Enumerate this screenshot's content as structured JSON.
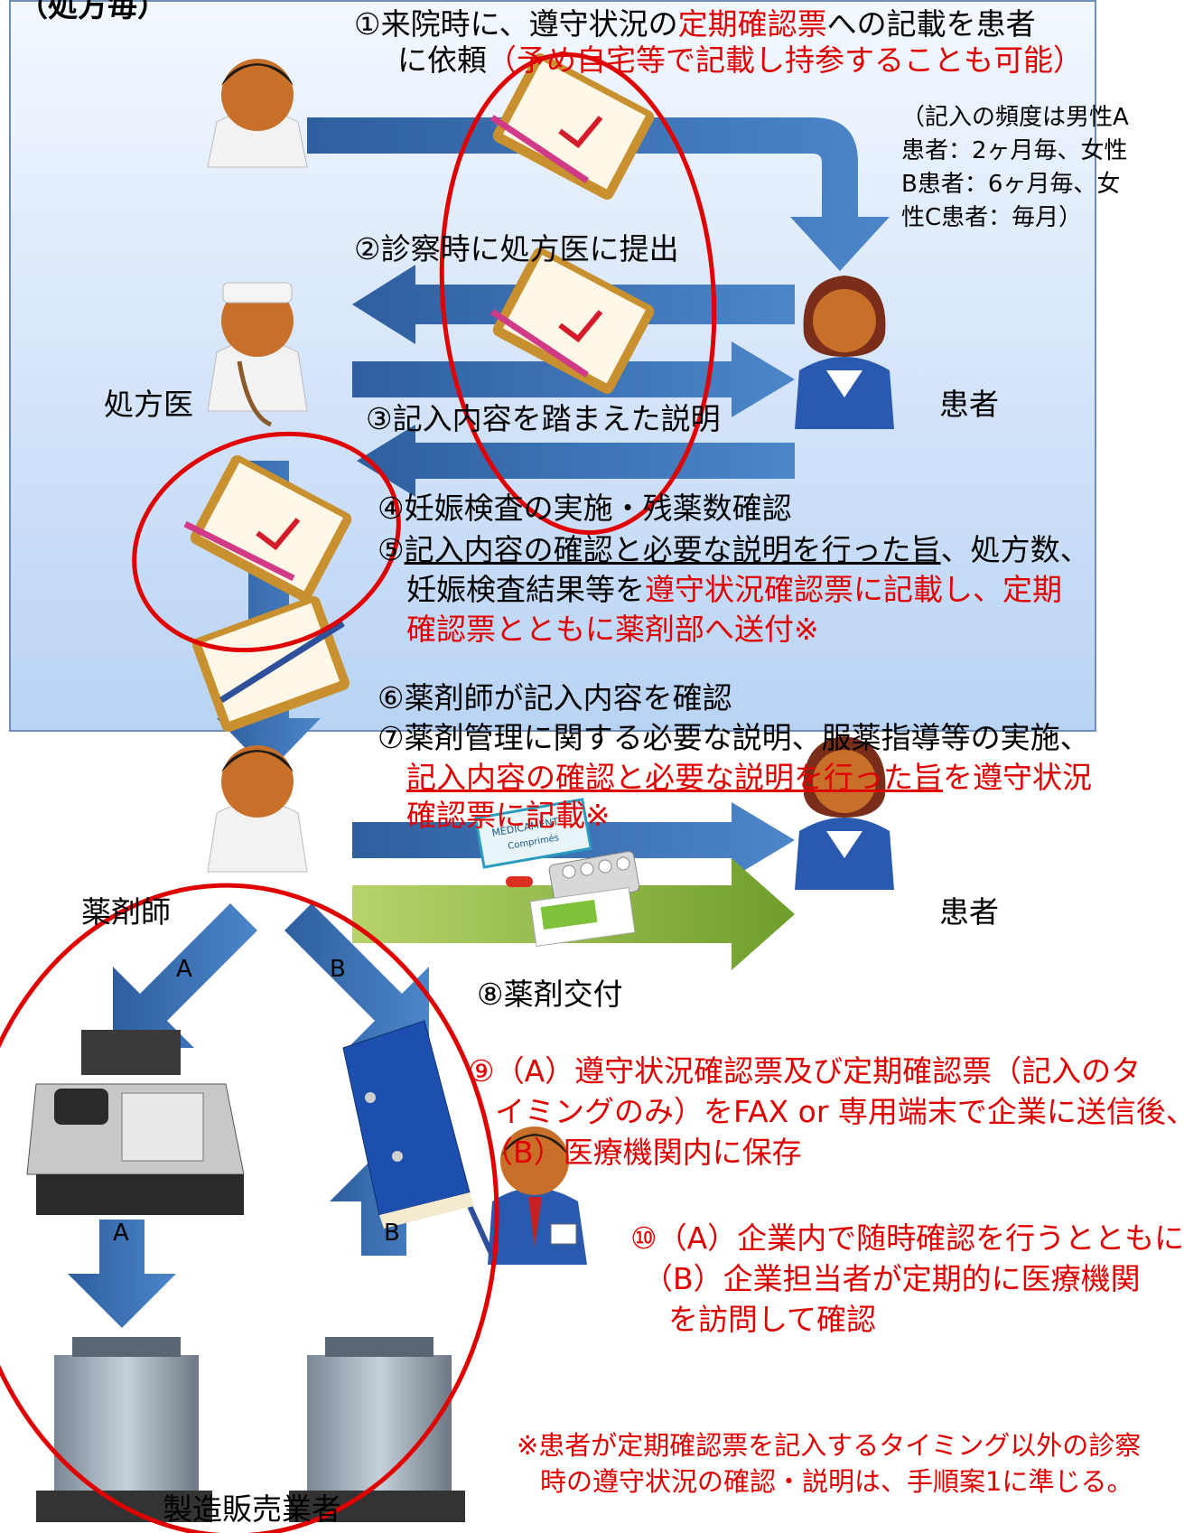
{
  "header_top": "（処方毎）",
  "steps": {
    "s1_a": "①来院時に、遵守状況の",
    "s1_b": "定期確認票",
    "s1_c": "への記載を患者",
    "s1_d": "に依頼",
    "s1_e": "（予め自宅等で記載し持参することも可能）",
    "freq_1": "（記入の頻度は男性A",
    "freq_2": "患者：2ヶ月毎、女性",
    "freq_3": "B患者：6ヶ月毎、女",
    "freq_4": "性C患者：毎月）",
    "s2": "②診察時に処方医に提出",
    "s3": "③記入内容を踏まえた説明",
    "s4": "④妊娠検査の実施・残薬数確認",
    "s5_a": "⑤",
    "s5_b": "記入内容の確認と必要な説明を行った旨",
    "s5_c": "、処方数、",
    "s5_d": "妊娠検査結果等を",
    "s5_e": "遵守状況確認票に記載し、定期",
    "s5_f": "確認票とともに薬剤部へ送付※",
    "s6": "⑥薬剤師が記入内容を確認",
    "s7_a": "⑦薬剤管理に関する必要な説明、服薬指導等の実施、",
    "s7_b": "記入内容の確認と必要な説明を行った旨",
    "s7_c": "を遵守状況",
    "s7_d": "確認票に記載※",
    "s8": "⑧薬剤交付",
    "s9_a": "⑨（A）遵守状況確認票及び定期確認票（記入のタ",
    "s9_b": "イミングのみ）をFAX or 専用端末で企業に送信後、",
    "s9_c": "（B）医療機関内に保存",
    "s10_a": "⑩（A）企業内で随時確認を行うとともに、",
    "s10_b": "（B）企業担当者が定期的に医療機関",
    "s10_c": "を訪問して確認"
  },
  "labels": {
    "doctor": "処方医",
    "patient_top": "患者",
    "pharmacist": "薬剤師",
    "patient_bottom": "患者",
    "manufacturer": "製造販売業者",
    "arrow_a_upper": "A",
    "arrow_b_upper": "B",
    "arrow_a_lower": "A",
    "arrow_b_lower": "B",
    "med_box_1": "MEDICAMENT",
    "med_box_2": "Comprimés"
  },
  "footnote_1": "※患者が定期確認票を記入するタイミング以外の診察",
  "footnote_2": "時の遵守状況の確認・説明は、手順案1に準じる。",
  "colors": {
    "arrow_blue": "#3e74b8",
    "arrow_green": "#8fbc3a",
    "highlight_red": "#e00000",
    "panel_top": "#f3f8ff",
    "panel_bottom": "#b9d3f4"
  }
}
